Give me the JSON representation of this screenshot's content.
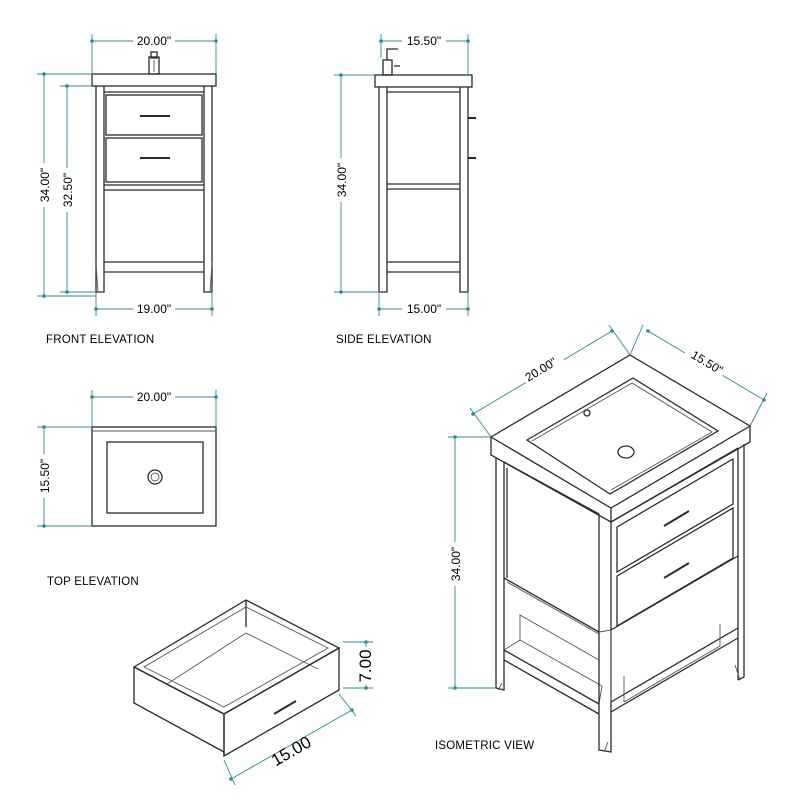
{
  "views": {
    "front": {
      "caption": "FRONT ELEVATION",
      "width": "20.00\"",
      "base_width": "19.00\"",
      "height_total": "34.00\"",
      "height_cabinet": "32.50\""
    },
    "side": {
      "caption": "SIDE ELEVATION",
      "width": "15.50\"",
      "base_width": "15.00\"",
      "height": "34.00\""
    },
    "top": {
      "caption": "TOP ELEVATION",
      "width": "20.00\"",
      "depth": "15.50\""
    },
    "drawer": {
      "height": "7.00",
      "width": "15.00"
    },
    "isometric": {
      "caption": "ISOMETRIC  VIEW",
      "width": "20.00\"",
      "depth": "15.50\"",
      "height": "34.00\""
    }
  },
  "colors": {
    "line": "#2b2b2b",
    "dimension": "#2a8c95",
    "background": "#ffffff"
  }
}
